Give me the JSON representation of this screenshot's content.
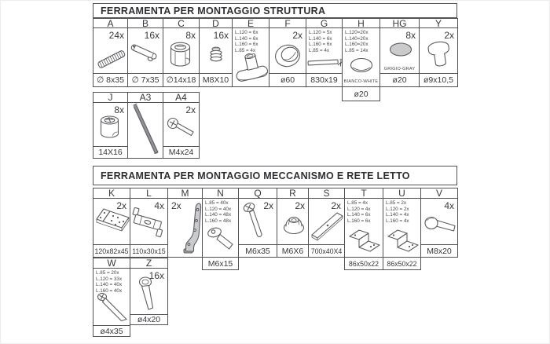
{
  "section1": {
    "title": "FERRAMENTA PER MONTAGGIO STRUTTURA",
    "parts": {
      "A": {
        "letter": "A",
        "qty": "24x",
        "dim": "∅ 8x35"
      },
      "B": {
        "letter": "B",
        "qty": "16x",
        "dim": "∅ 7x35"
      },
      "C": {
        "letter": "C",
        "qty": "8x",
        "dim": "∅14x18"
      },
      "D": {
        "letter": "D",
        "qty": "16x",
        "dim": "M8X10"
      },
      "E": {
        "letter": "E",
        "qty_lines": [
          "L.120 = 6x",
          "L.140 = 6x",
          "L.160 = 6x",
          "L.85 = 4x"
        ]
      },
      "F": {
        "letter": "F",
        "qty": "2x",
        "dim": "ø60"
      },
      "G": {
        "letter": "G",
        "qty_lines": [
          "L.120 = 5x",
          "L.140 = 6x",
          "L.160 = 6x",
          "L.85 = 4x"
        ],
        "dim": "830x19"
      },
      "H": {
        "letter": "H",
        "qty_lines": [
          "L.120=20x",
          "L.140=20x",
          "L.160=20x",
          "L.85 = 14x"
        ],
        "color_label": "BIANCO-WHITE",
        "dim": "ø20"
      },
      "HG": {
        "letter": "HG",
        "qty": "8x",
        "color_label": "GRIGIO-GRAY",
        "dim": "ø20"
      },
      "Y": {
        "letter": "Y",
        "qty": "2x",
        "dim": "ø9x10,5"
      },
      "J": {
        "letter": "J",
        "qty": "8x",
        "dim": "14X16"
      },
      "A3": {
        "letter": "A3"
      },
      "A4": {
        "letter": "A4",
        "qty": "2x",
        "dim": "M4x24"
      }
    }
  },
  "section2": {
    "title": "FERRAMENTA PER MONTAGGIO MECCANISMO E RETE LETTO",
    "parts": {
      "K": {
        "letter": "K",
        "qty": "2x",
        "dim": "120x82x45"
      },
      "L": {
        "letter": "L",
        "qty": "4x",
        "dim": "110x30x15"
      },
      "M": {
        "letter": "M",
        "qty": "2x"
      },
      "N": {
        "letter": "N",
        "qty_lines": [
          "L.85 = 40x",
          "L.120 = 40x",
          "L.140 = 48x",
          "L.160 = 48x"
        ],
        "dim": "M6x15"
      },
      "Q": {
        "letter": "Q",
        "qty": "2x",
        "dim": "M6x35"
      },
      "R": {
        "letter": "R",
        "qty": "2x",
        "dim": "M6X6"
      },
      "S": {
        "letter": "S",
        "qty": "2x",
        "dim": "700x40X4"
      },
      "T": {
        "letter": "T",
        "qty_lines": [
          "L.85 = 4x",
          "L.120 = 4x",
          "L.140 = 6x",
          "L.160 = 6x"
        ],
        "dim": "86x50x22"
      },
      "U": {
        "letter": "U",
        "qty_lines": [
          "L.85 = 2x",
          "L.120 = 2x",
          "L.140 = 4x",
          "L.160 = 4x"
        ],
        "dim": "86x50x22"
      },
      "V": {
        "letter": "V",
        "qty": "4x",
        "dim": "M8x20"
      },
      "W": {
        "letter": "W",
        "qty_lines": [
          "L.85 = 20x",
          "L.120 = 33x",
          "L.140 = 40x",
          "L.160 = 40x"
        ],
        "dim": "ø4x35"
      },
      "Z": {
        "letter": "Z",
        "qty": "16x",
        "dim": "ø4x20"
      }
    }
  }
}
